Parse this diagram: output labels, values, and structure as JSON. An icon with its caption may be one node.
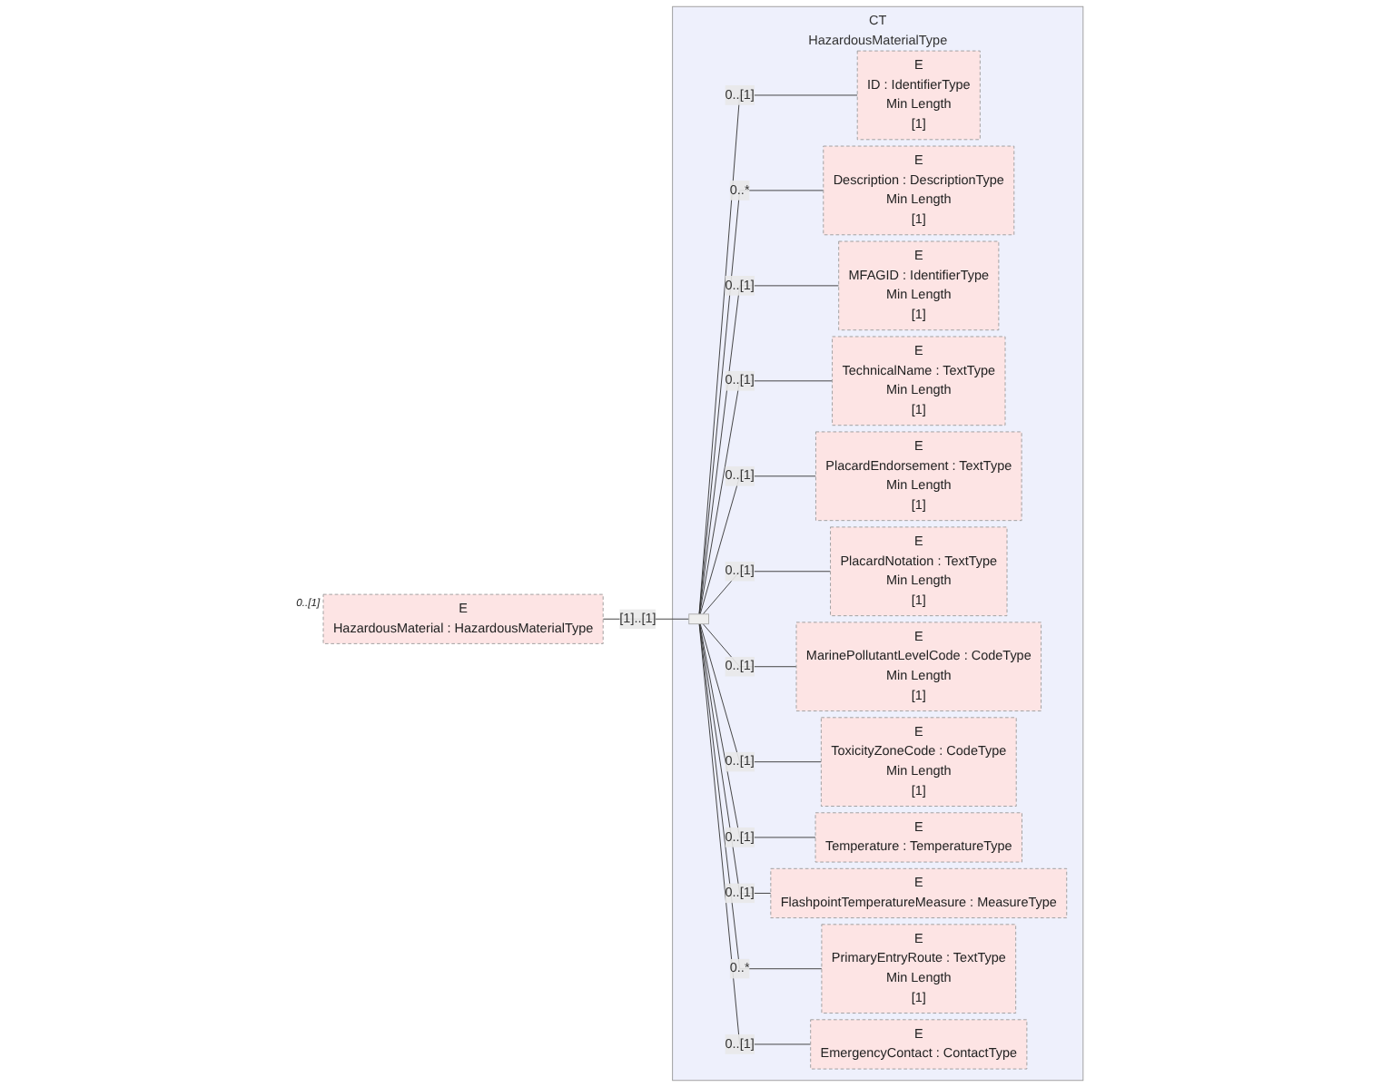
{
  "diagram": {
    "nodes": [
      {
        "text": [
          "E",
          "HazardousMaterial : HazardousMaterialType"
        ],
        "beside": [
          "0..[1]"
        ]
      },
      {
        "text": [
          "CT",
          "HazardousMaterialType"
        ]
      },
      {
        "text": [],
        "shape": "bar",
        "in": 1
      },
      {
        "text": [
          "E",
          "ID : IdentifierType",
          "Min Length",
          "[1]"
        ],
        "in": 1
      },
      {
        "text": [
          "E",
          "Description : DescriptionType",
          "Min Length",
          "[1]"
        ],
        "in": 1
      },
      {
        "text": [
          "E",
          "MFAGID : IdentifierType",
          "Min Length",
          "[1]"
        ],
        "in": 1
      },
      {
        "text": [
          "E",
          "TechnicalName : TextType",
          "Min Length",
          "[1]"
        ],
        "in": 1
      },
      {
        "text": [
          "E",
          "PlacardEndorsement : TextType",
          "Min Length",
          "[1]"
        ],
        "in": 1
      },
      {
        "text": [
          "E",
          "PlacardNotation : TextType",
          "Min Length",
          "[1]"
        ],
        "in": 1
      },
      {
        "text": [
          "E",
          "MarinePollutantLevelCode : CodeType",
          "Min Length",
          "[1]"
        ],
        "in": 1
      },
      {
        "text": [
          "E",
          "ToxicityZoneCode : CodeType",
          "Min Length",
          "[1]"
        ],
        "in": 1
      },
      {
        "text": [
          "E",
          "Temperature : TemperatureType"
        ],
        "in": 1
      },
      {
        "text": [
          "E",
          "FlashpointTemperatureMeasure : MeasureType"
        ],
        "in": 1
      },
      {
        "text": [
          "E",
          "PrimaryEntryRoute : TextType",
          "Min Length",
          "[1]"
        ],
        "in": 1
      },
      {
        "text": [
          "E",
          "EmergencyContact : ContactType"
        ],
        "in": 1
      }
    ],
    "edges": [
      {
        "from": 0,
        "to": 2,
        "arrow": "none",
        "label": "[1]..[1]"
      },
      {
        "from": 2,
        "to": 3,
        "arrow": "none",
        "label": "0..[1]"
      },
      {
        "from": 2,
        "to": 4,
        "arrow": "none",
        "label": "0..*"
      },
      {
        "from": 2,
        "to": 5,
        "arrow": "none",
        "label": "0..[1]"
      },
      {
        "from": 2,
        "to": 6,
        "arrow": "none",
        "label": "0..[1]"
      },
      {
        "from": 2,
        "to": 7,
        "arrow": "none",
        "label": "0..[1]"
      },
      {
        "from": 2,
        "to": 8,
        "arrow": "none",
        "label": "0..[1]"
      },
      {
        "from": 2,
        "to": 9,
        "arrow": "none",
        "label": "0..[1]"
      },
      {
        "from": 2,
        "to": 10,
        "arrow": "none",
        "label": "0..[1]"
      },
      {
        "from": 2,
        "to": 11,
        "arrow": "none",
        "label": "0..[1]"
      },
      {
        "from": 2,
        "to": 12,
        "arrow": "none",
        "label": "0..[1]"
      },
      {
        "from": 2,
        "to": 13,
        "arrow": "none",
        "label": "0..*"
      },
      {
        "from": 2,
        "to": 14,
        "arrow": "none",
        "label": "0..[1]"
      }
    ]
  }
}
